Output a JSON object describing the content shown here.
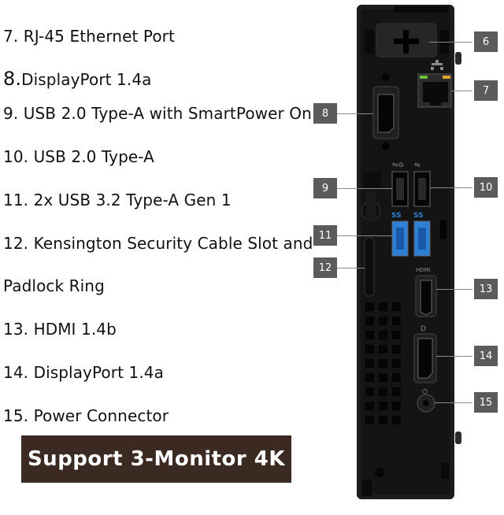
{
  "specs": [
    {
      "num": "7.",
      "text": " RJ-45 Ethernet Port"
    },
    {
      "num": "8.",
      "text": "DisplayPort 1.4a"
    },
    {
      "num": "9.",
      "text": " USB 2.0 Type-A with SmartPower On"
    },
    {
      "num": "10.",
      "text": " USB 2.0 Type-A"
    },
    {
      "num": "11.",
      "text": " 2x USB 3.2 Type-A Gen 1"
    },
    {
      "num": "12.",
      "text": " Kensington Security Cable Slot and"
    },
    {
      "num": "",
      "text": "Padlock Ring"
    },
    {
      "num": "13.",
      "text": " HDMI 1.4b"
    },
    {
      "num": "14.",
      "text": " DisplayPort 1.4a"
    },
    {
      "num": "15.",
      "text": " Power Connector"
    }
  ],
  "banner": "Support 3-Monitor 4K",
  "tags": [
    "6",
    "7",
    "8",
    "9",
    "10",
    "11",
    "12",
    "13",
    "14",
    "15"
  ],
  "port_labels": {
    "usb_ss": "SS",
    "hdmi": "HDMI"
  },
  "colors": {
    "chassis": "#1c1c1c",
    "usb3_blue": "#2e7fd6",
    "tag_bg": "#5b5b5b",
    "banner_bg": "#3a2a22"
  }
}
